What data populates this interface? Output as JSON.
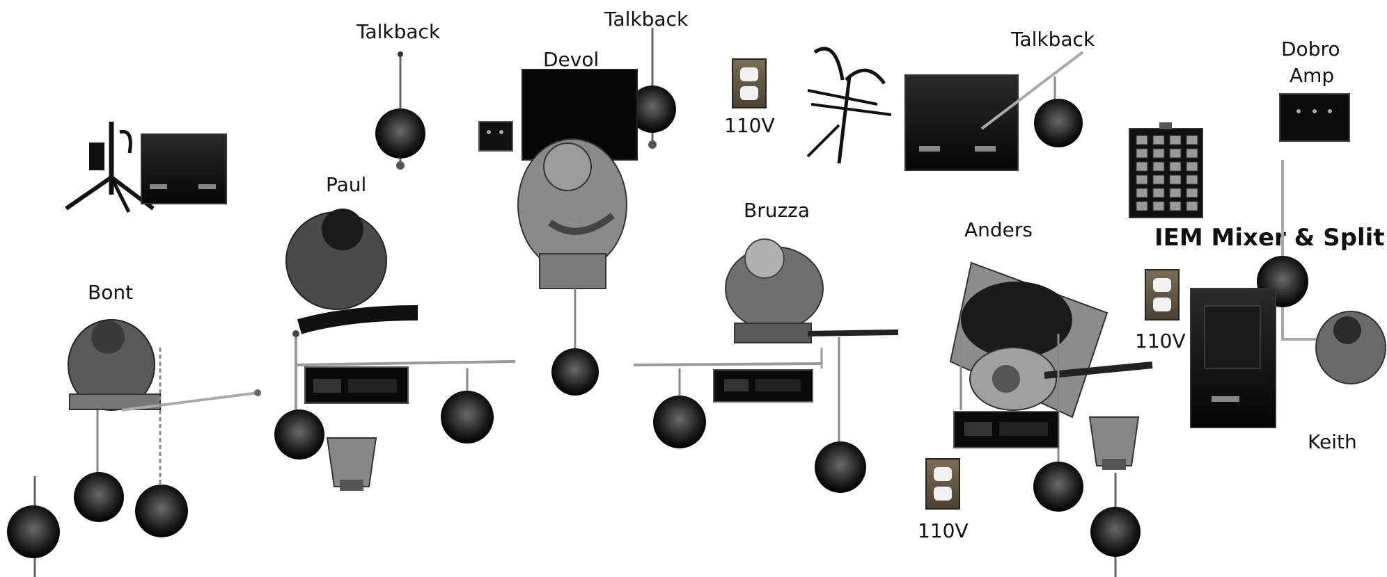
{
  "labels": {
    "talkback_1": "Talkback",
    "talkback_2": "Talkback",
    "talkback_3": "Talkback",
    "devol": "Devol",
    "paul": "Paul",
    "bont": "Bont",
    "bruzza": "Bruzza",
    "anders": "Anders",
    "keith": "Keith",
    "dobro_amp_line1": "Dobro",
    "dobro_amp_line2": "Amp",
    "iem_mixer": "IEM Mixer & Split",
    "outlet_1": "110V",
    "outlet_2": "110V",
    "outlet_3": "110V"
  }
}
